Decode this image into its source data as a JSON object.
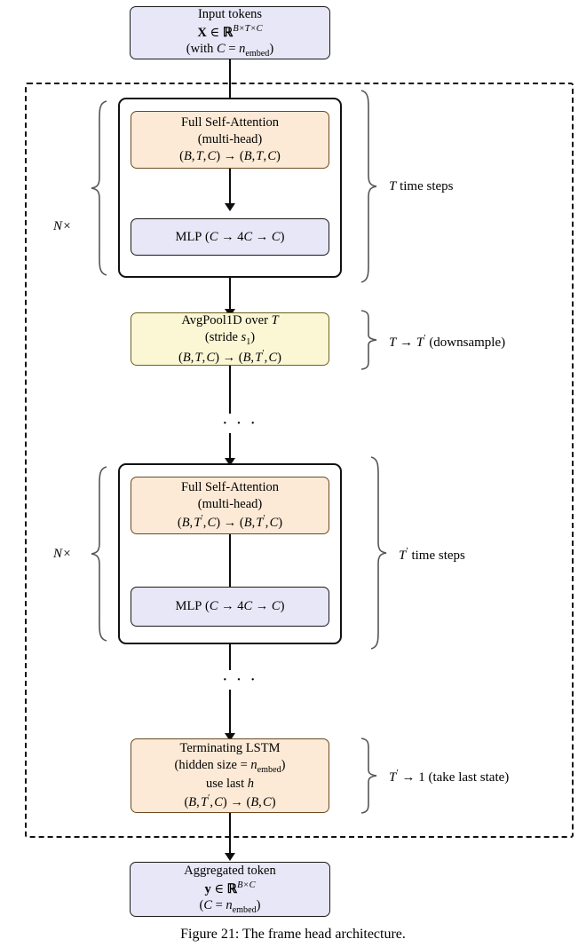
{
  "figure": {
    "caption": "Figure 21: The frame head architecture.",
    "colors": {
      "attention_fill": "#fcead6",
      "mlp_fill": "#e7e7f7",
      "pool_fill": "#fbf7d5",
      "io_fill": "#e7e7f7",
      "lstm_fill": "#fcead6",
      "stroke": "#111111"
    }
  },
  "nodes": {
    "input": {
      "name": "input-tokens",
      "line1": "Input tokens",
      "line2_plain": "X ∈ R^{B×T×C}",
      "line3_plain": "(with C = n_embed)"
    },
    "attn1": {
      "name": "full-self-attention-1",
      "line1": "Full Self-Attention",
      "line2": "(multi-head)",
      "line3_plain": "(B, T, C) → (B, T, C)"
    },
    "mlp1": {
      "name": "mlp-1",
      "line1_plain": "MLP (C → 4C → C)"
    },
    "pool": {
      "name": "avgpool1d",
      "line1_plain": "AvgPool1D over T",
      "line2_plain": "(stride s_1)",
      "line3_plain": "(B, T, C) → (B, T', C)"
    },
    "attn2": {
      "name": "full-self-attention-2",
      "line1": "Full Self-Attention",
      "line2": "(multi-head)",
      "line3_plain": "(B, T', C) → (B, T', C)"
    },
    "mlp2": {
      "name": "mlp-2",
      "line1_plain": "MLP (C → 4C → C)"
    },
    "lstm": {
      "name": "terminating-lstm",
      "line1": "Terminating LSTM",
      "line2_plain": "(hidden size = n_embed)",
      "line3_plain": "use last h",
      "line4_plain": "(B, T', C) → (B, C)"
    },
    "output": {
      "name": "aggregated-token",
      "line1": "Aggregated token",
      "line2_plain": "y ∈ R^{B×C}",
      "line3_plain": "(C = n_embed)"
    }
  },
  "annotations": {
    "repeat_1": "N×",
    "repeat_2": "N×",
    "right_label_1_plain": "T time steps",
    "right_label_2_plain": "T → T' (downsample)",
    "right_label_3_plain": "T' time steps",
    "right_label_4_plain": "T' → 1 (take last state)",
    "ellipsis_1": "· · ·",
    "ellipsis_2": "· · ·"
  }
}
